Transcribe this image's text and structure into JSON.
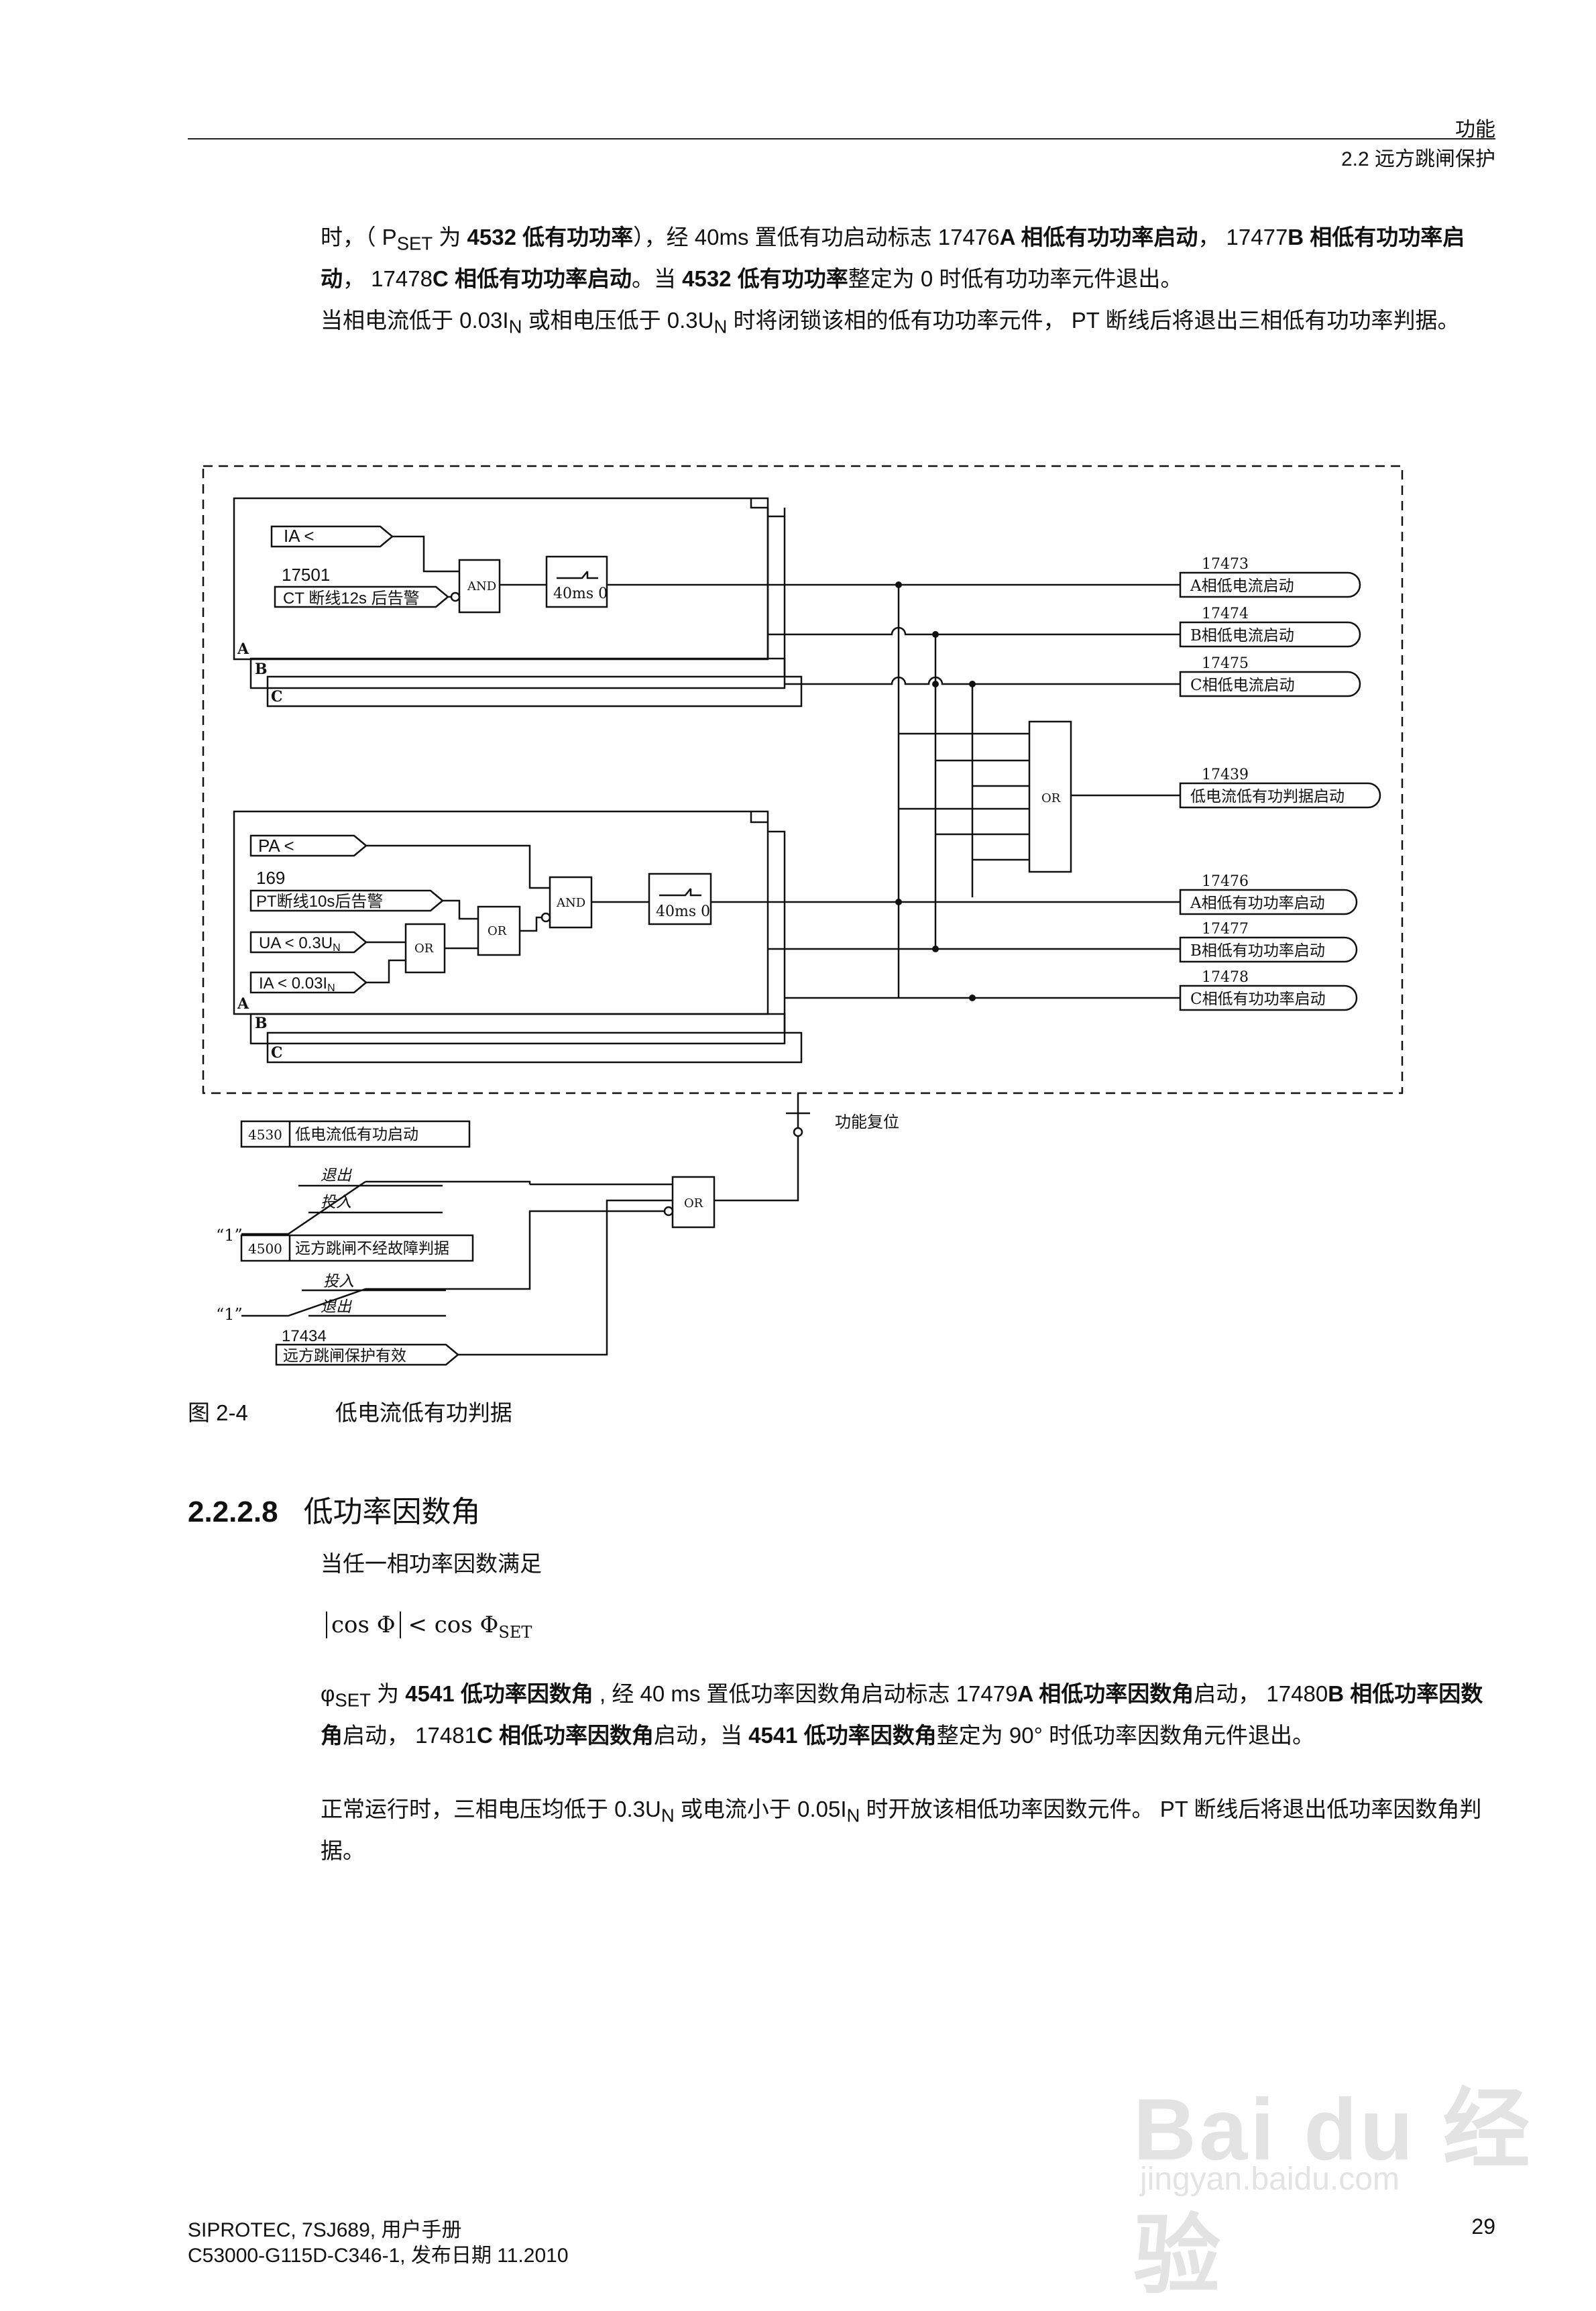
{
  "header": {
    "chapter": "功能",
    "section": "2.2 远方跳闸保护"
  },
  "para1": {
    "t1": "时，（ P",
    "t1_sub": "SET",
    "t2": " 为 ",
    "b1": "4532 低有功功率",
    "t3": "），经 40ms 置低有功启动标志 17476",
    "b2": "A 相低有功功率启动",
    "t4": "， 17477",
    "b3": "B 相低有功功率启动",
    "t5": "， 17478",
    "b4": "C 相低有功功率启动",
    "t6": "。当 ",
    "b5": "4532",
    "t7": " ",
    "b6": "低有功功率",
    "t8": "整定为 0 时低有功功率元件退出。"
  },
  "para2": {
    "t1": "当相电流低于 0.03I",
    "s1": "N",
    "t2": " 或相电压低于 0.3U",
    "s2": "N",
    "t3": " 时将闭锁该相的低有功功率元件， PT 断线后将退出三相低有功功率判据。"
  },
  "diagram": {
    "top": {
      "input_ia": "IA <",
      "num_17501": "17501",
      "input_ct": "CT 断线12s 后告警",
      "and": "AND",
      "timer": "40ms 0",
      "phase_a": "A",
      "phase_b": "B",
      "phase_c": "C",
      "outputs": [
        {
          "num": "17473",
          "label": "A相低电流启动"
        },
        {
          "num": "17474",
          "label": "B相低电流启动"
        },
        {
          "num": "17475",
          "label": "C相低电流启动"
        }
      ]
    },
    "or_center": "OR",
    "mid_output": {
      "num": "17439",
      "label": "低电流低有功判据启动"
    },
    "bottom": {
      "input_pa": "PA <",
      "num_169": "169",
      "input_pt": "PT断线10s后告警",
      "input_ua": "UA < 0.3U",
      "input_ua_sub": "N",
      "input_ia": "IA < 0.03I",
      "input_ia_sub": "N",
      "or_small": "OR",
      "or_mid": "OR",
      "and": "AND",
      "timer": "40ms 0",
      "phase_a": "A",
      "phase_b": "B",
      "phase_c": "C",
      "outputs": [
        {
          "num": "17476",
          "label": "A相低有功功率启动"
        },
        {
          "num": "17477",
          "label": "B相低有功功率启动"
        },
        {
          "num": "17478",
          "label": "C相低有功功率启动"
        }
      ]
    },
    "reset_label": "功能复位",
    "p4530_num": "4530",
    "p4530_label": "低电流低有功启动",
    "sw1_exit": "退出",
    "sw1_on": "投入",
    "const_1a": "“1”",
    "p4500_num": "4500",
    "p4500_label": "远方跳闸不经故障判据",
    "sw2_on": "投入",
    "sw2_exit": "退出",
    "const_1b": "“1”",
    "num_17434": "17434",
    "label_17434": "远方跳闸保护有效",
    "or_reset": "OR"
  },
  "figure": {
    "num": "图  2-4",
    "title": "低电流低有功判据"
  },
  "section": {
    "num": "2.2.2.8",
    "title": "低功率因数角"
  },
  "para3": "当任一相功率因数满足",
  "formula": {
    "left": "cos Φ",
    "op": " < cos Φ",
    "sub": "SET"
  },
  "para4": {
    "phi": "φ",
    "phi_sub": "SET",
    "t1": " 为 ",
    "b1": "4541 低功率因数角",
    "t2": " , 经 40 ms 置低功率因数角启动标志 17479",
    "b2": "A 相低功率因数角",
    "t3": "启动， 17480",
    "b3": "B 相低功率因数角",
    "t4": "启动， 17481",
    "b4": "C 相低功率因数角",
    "t5": "启动，当 ",
    "b5": "4541 低功率因数角",
    "t6": "整定为 90° 时低功率因数角元件退出。"
  },
  "para5": {
    "t1": "正常运行时，三相电压均低于 0.3U",
    "s1": "N",
    "t2": " 或电流小于 0.05I",
    "s2": "N",
    "t3": " 时开放该相低功率因数元件。 PT 断线后将退出低功率因数角判据。"
  },
  "footer": {
    "line1": "SIPROTEC, 7SJ689, 用户手册",
    "line2": "C53000-G115D-C346-1, 发布日期 11.2010",
    "page": "29"
  },
  "watermark": {
    "logo": "Bai du 经验",
    "url": "jingyan.baidu.com"
  }
}
